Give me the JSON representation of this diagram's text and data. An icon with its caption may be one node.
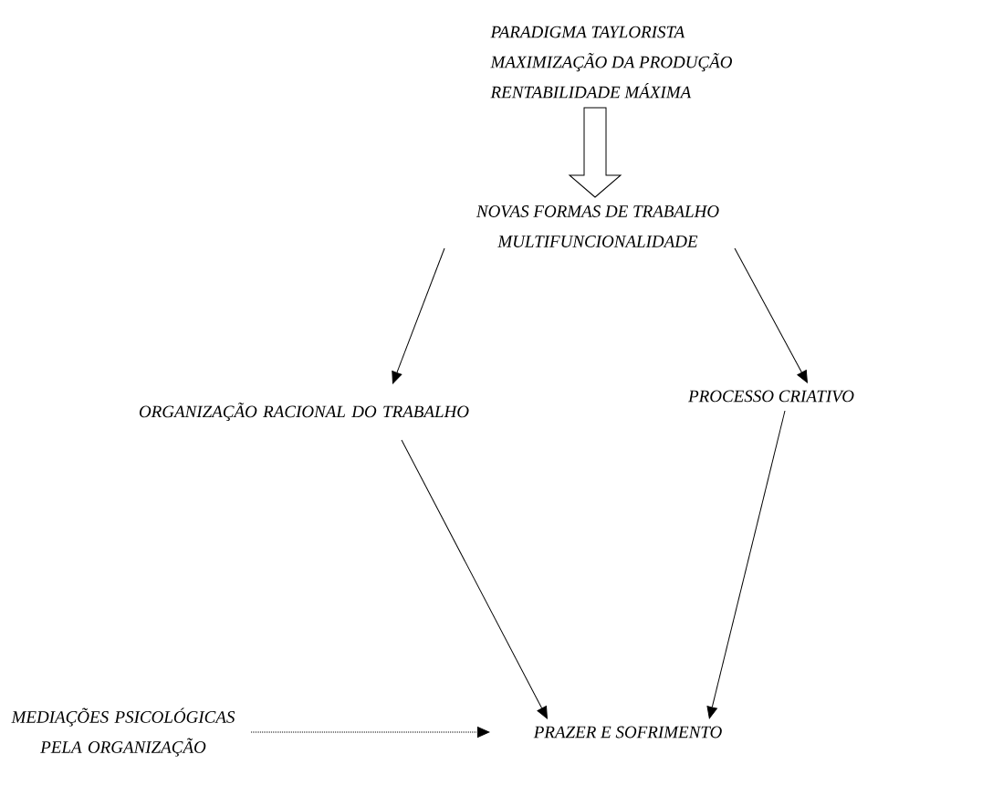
{
  "diagram": {
    "nodes": [
      {
        "text": [
          "PARADIGMA TAYLORISTA",
          "MAXIMIZAÇÃO DA PRODUÇÃO",
          "RENTABILIDADE MÁXIMA"
        ]
      },
      {
        "text": [
          "NOVAS FORMAS DE TRABALHO",
          "MULTIFUNCIONALIDADE"
        ]
      },
      {
        "text": [
          "ORGANIZAÇÃO RACIONAL DO TRABALHO"
        ]
      },
      {
        "text": [
          "PROCESSO CRIATIVO"
        ]
      },
      {
        "text": [
          "PRAZER E SOFRIMENTO"
        ]
      },
      {
        "text": [
          "MEDIAÇÕES PSICOLÓGICAS PELA ORGANIZAÇÃO"
        ]
      }
    ],
    "edges": [
      {
        "from": 0,
        "to": 1,
        "arrow": "to",
        "style": "thick"
      },
      {
        "from": 1,
        "to": 2,
        "arrow": "to"
      },
      {
        "from": 1,
        "to": 3,
        "arrow": "to"
      },
      {
        "from": 2,
        "to": 4,
        "arrow": "to"
      },
      {
        "from": 3,
        "to": 4,
        "arrow": "to"
      },
      {
        "from": 5,
        "to": 4,
        "arrow": "to",
        "style": "dashed"
      }
    ]
  }
}
